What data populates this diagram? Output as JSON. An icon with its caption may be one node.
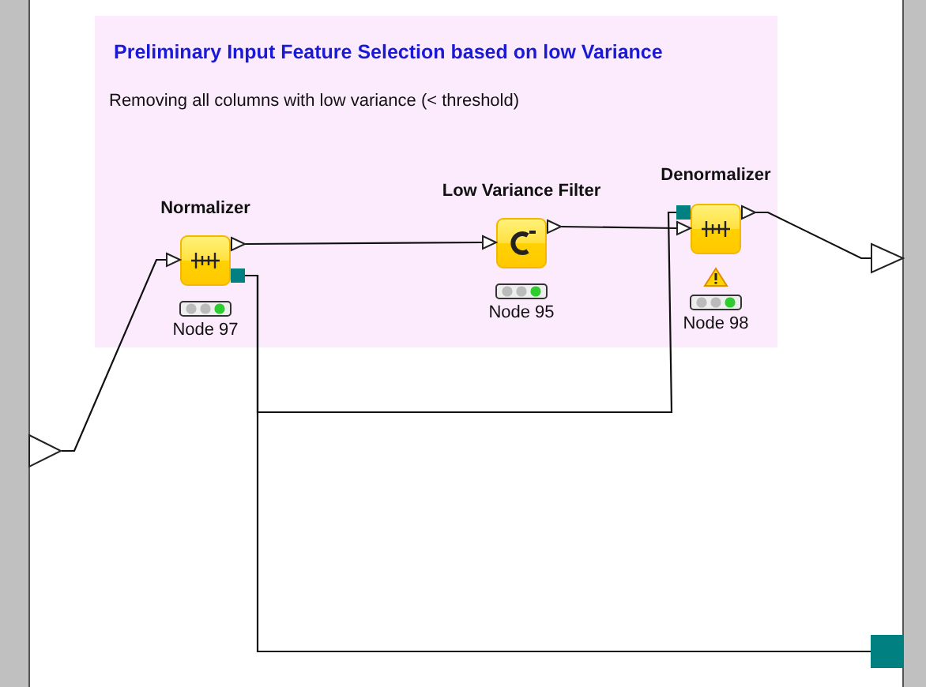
{
  "diagram": {
    "nodes": [
      {
        "text": [
          "Preliminary Input Feature Selection based on low Variance",
          "Removing all columns with low variance (< threshold)"
        ]
      },
      {
        "text": [
          "Normalizer"
        ],
        "beside": [
          "Node 97"
        ],
        "in": 0
      },
      {
        "text": [
          "Low Variance Filter"
        ],
        "beside": [
          "Node 95"
        ],
        "in": 0
      },
      {
        "text": [
          "Denormalizer"
        ],
        "beside": [
          "Node 98"
        ],
        "in": 0
      },
      {
        "text": [],
        "shape": "triangle"
      },
      {
        "text": [],
        "shape": "triangle"
      },
      {
        "text": [],
        "shape": "box"
      }
    ],
    "edges": [
      {
        "from": 4,
        "to": 1,
        "arrow": "none"
      },
      {
        "from": 1,
        "to": 2,
        "arrow": "none"
      },
      {
        "from": 2,
        "to": 3,
        "arrow": "none"
      },
      {
        "from": 3,
        "to": 5,
        "arrow": "none"
      },
      {
        "from": 1,
        "to": 3,
        "arrow": "none"
      },
      {
        "from": 1,
        "to": 6,
        "arrow": "none"
      }
    ]
  }
}
